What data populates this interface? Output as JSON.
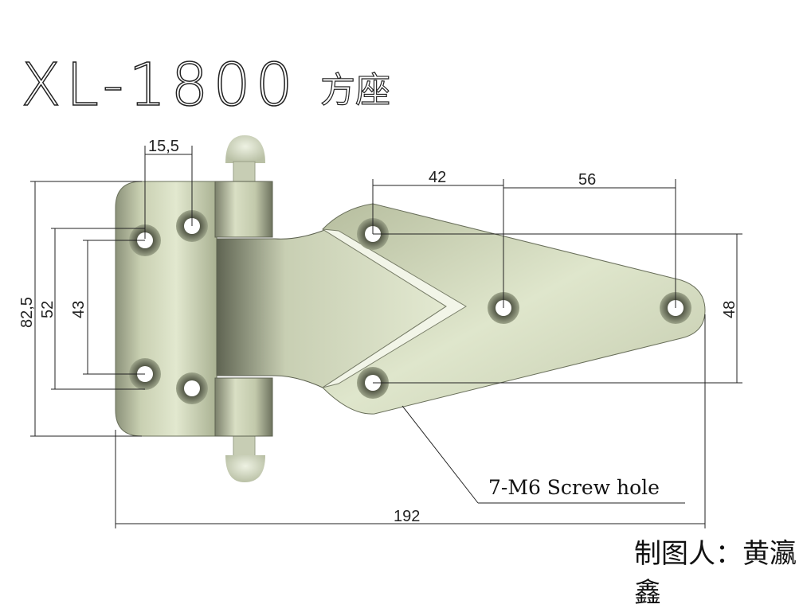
{
  "title": {
    "model": "XL-1800",
    "suffix": "方座"
  },
  "dimensions": {
    "hole_offset": "15,5",
    "overall_height": "82,5",
    "hole_span_outer": "52",
    "hole_span_inner": "43",
    "spacing_1": "42",
    "spacing_2": "56",
    "leaf_hole_span": "48",
    "overall_length": "192"
  },
  "annotation": {
    "screw_note": "7-M6 Screw hole"
  },
  "footer": {
    "author": "制图人：黄瀛鑫"
  },
  "colors": {
    "metal_light": "#dfe6cc",
    "metal_mid": "#b9c2a2",
    "metal_dark": "#6f7560",
    "line": "#222222"
  }
}
